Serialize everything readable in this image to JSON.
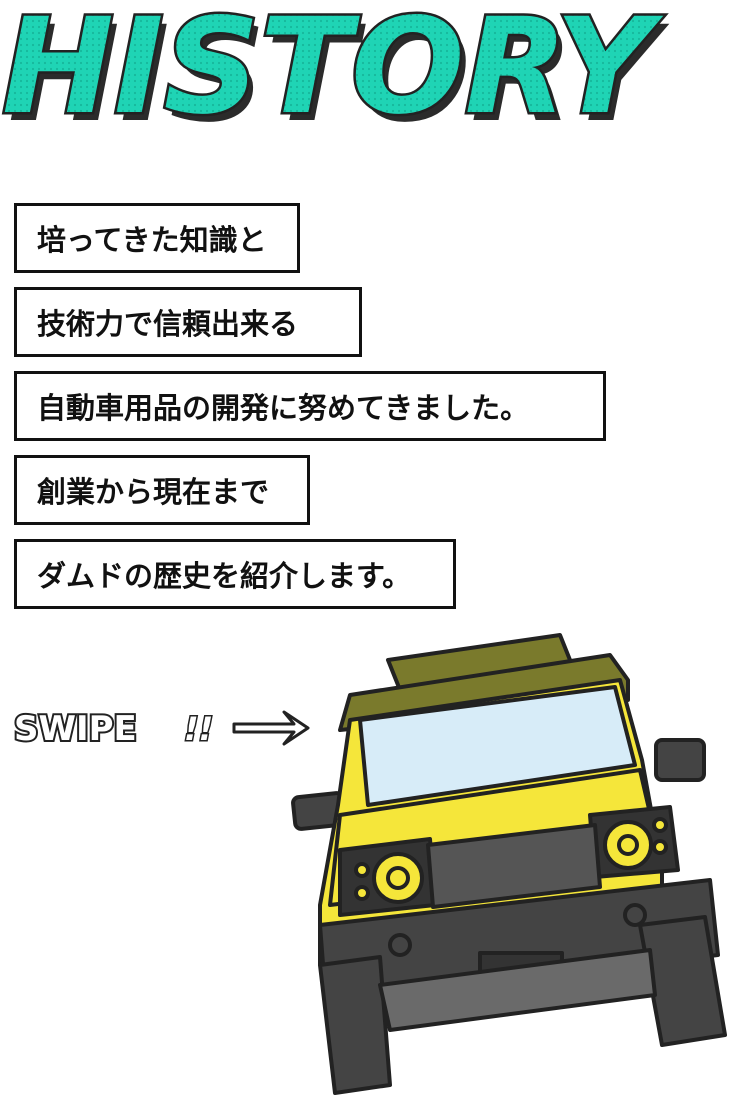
{
  "title": "HISTORY",
  "colors": {
    "title_fill": "#1fd4b5",
    "title_shadow": "#2b2b2b",
    "car_body": "#f5e63a",
    "car_roof": "#7a7a2c",
    "glass": "#d7ecf8"
  },
  "lines": [
    "培ってきた知識と",
    "技術力で信頼出来る",
    "自動車用品の開発に努めてきました。",
    "創業から現在まで",
    "ダムドの歴史を紹介します。"
  ],
  "swipe": {
    "label": "SWIPE",
    "marks": "!!"
  }
}
